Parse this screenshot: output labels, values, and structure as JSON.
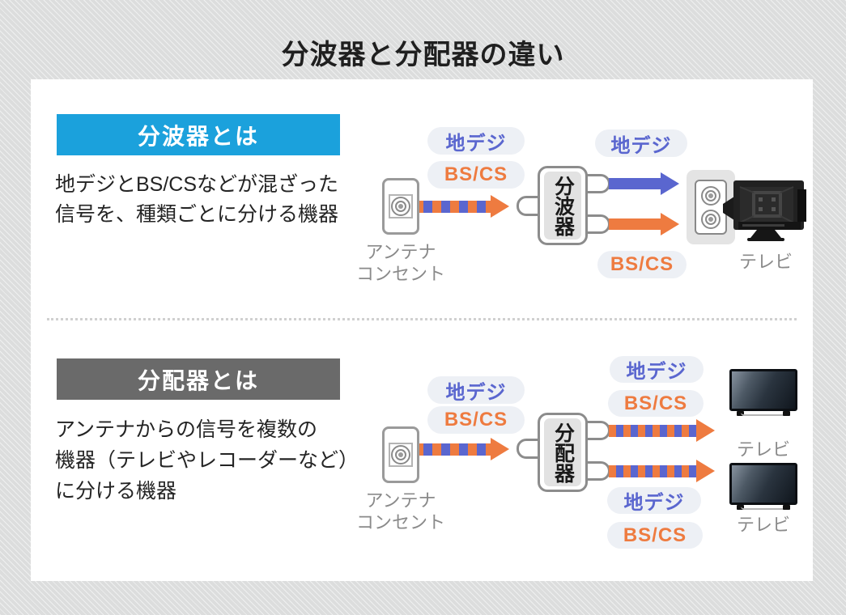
{
  "page": {
    "title": "分波器と分配器の違い"
  },
  "colors": {
    "background": "#dcdddd",
    "card": "#ffffff",
    "splitter_header": "#1ba1dc",
    "distributor_header": "#6a6a6a",
    "terrestrial_blue": "#5a66cf",
    "bscs_orange": "#ee7b40",
    "pill_background": "#edf0f5",
    "device_border": "#8c8c8c",
    "label_gray": "#8a8a8a"
  },
  "signal_labels": {
    "terrestrial": "地デジ",
    "satellite": "BS/CS"
  },
  "sections": [
    {
      "header": "分波器とは",
      "description_lines": [
        "地デジとBS/CSなどが混ざった",
        "信号を、種類ごとに分ける機器"
      ],
      "antenna_label_lines": [
        "アンテナ",
        "コンセント"
      ],
      "device_label": "分波器",
      "tv_label": "テレビ"
    },
    {
      "header": "分配器とは",
      "description_lines": [
        "アンテナからの信号を複数の",
        "機器（テレビやレコーダーなど）",
        "に分ける機器"
      ],
      "antenna_label_lines": [
        "アンテナ",
        "コンセント"
      ],
      "device_label": "分配器",
      "tv_labels": [
        "テレビ",
        "テレビ"
      ]
    }
  ]
}
